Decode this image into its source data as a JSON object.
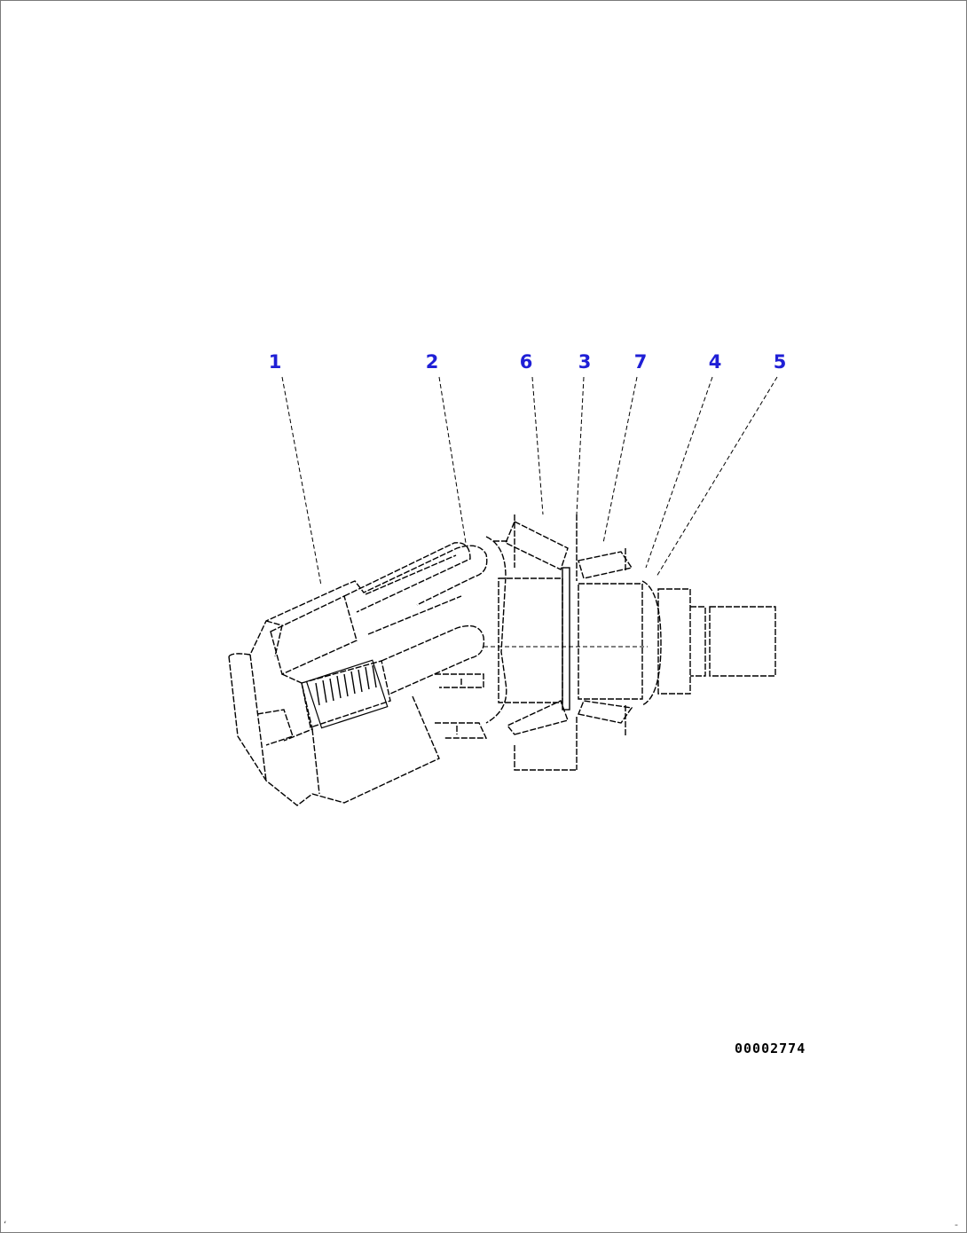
{
  "diagram": {
    "callouts": [
      "1",
      "2",
      "6",
      "3",
      "7",
      "4",
      "5"
    ],
    "drawing_id": "00002774",
    "callout_color": "#1f1fd6"
  },
  "corner_marks": {
    "bottom_left": "ʻ",
    "bottom_right": "-"
  }
}
